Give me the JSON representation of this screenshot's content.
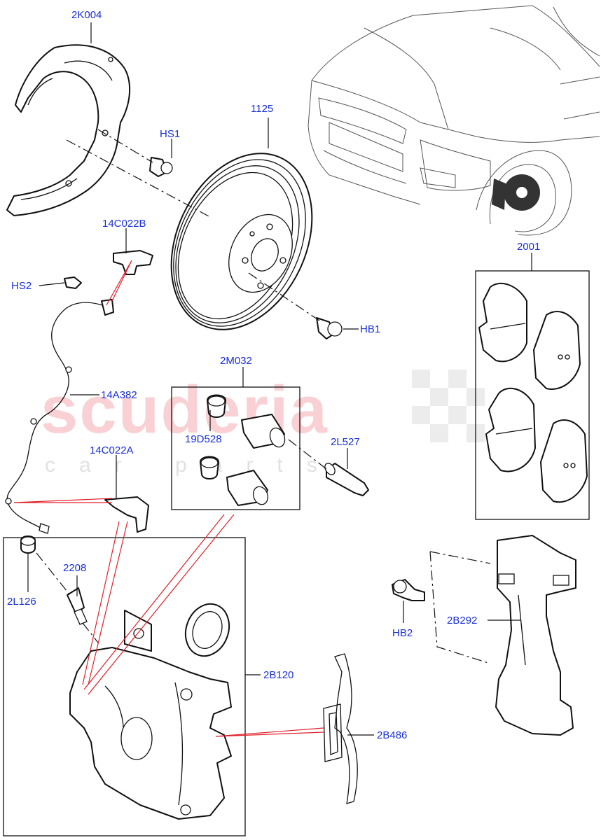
{
  "watermark": {
    "brand": "scuderia",
    "sub": "car parts"
  },
  "callouts": {
    "shield": "2K004",
    "disc": "1125",
    "shield_bolt": "HS1",
    "bracket_b": "14C022B",
    "bracket_b_bolt": "HS2",
    "disc_screw": "HB1",
    "pads": "2001",
    "guide_kit": "2M032",
    "sensor_harness": "14A382",
    "boot": "19D528",
    "guide_pin": "2L527",
    "bracket_a": "14C022A",
    "bleed_cap": "2L126",
    "bleed_screw": "2208",
    "caliper_bolt": "HB2",
    "carrier": "2B292",
    "caliper": "2B120",
    "spring_clip": "2B486"
  }
}
